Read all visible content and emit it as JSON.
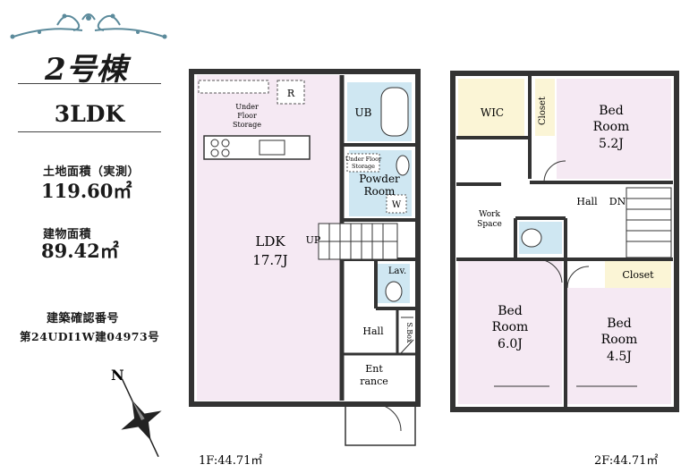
{
  "building": {
    "number_label": "2号棟",
    "layout_type": "3LDK",
    "land_area_label": "土地面積（実測）",
    "land_area_value": "119.60㎡",
    "floor_area_label": "建物面積",
    "floor_area_value": "89.42㎡",
    "permit_label": "建築確認番号",
    "permit_number": "第24UDI1W建04973号"
  },
  "floor1": {
    "caption": "1F:44.71㎡",
    "rooms": {
      "ldk_name": "LDK",
      "ldk_size": "17.7J",
      "under_floor_1": "Under",
      "under_floor_2": "Floor",
      "under_floor_3": "Storage",
      "refrigerator": "R",
      "unit_bath": "UB",
      "small_under_floor_1": "Under Floor",
      "small_under_floor_2": "Storage",
      "powder_1": "Powder",
      "powder_2": "Room",
      "washer": "W",
      "stairs_up": "UP",
      "lavatory": "Lav.",
      "hall": "Hall",
      "shoe_box": "S.Box",
      "entrance_1": "Ent",
      "entrance_2": "rance"
    }
  },
  "floor2": {
    "caption": "2F:44.71㎡",
    "rooms": {
      "wic": "WIC",
      "closet_vertical": "Closet",
      "bed1_name_1": "Bed",
      "bed1_name_2": "Room",
      "bed1_size": "5.2J",
      "hall": "Hall",
      "stairs_down": "DN",
      "work_space_1": "Work",
      "work_space_2": "Space",
      "bed2_name_1": "Bed",
      "bed2_name_2": "Room",
      "bed2_size": "6.0J",
      "closet": "Closet",
      "bed3_name_1": "Bed",
      "bed3_name_2": "Room",
      "bed3_size": "4.5J"
    }
  },
  "compass": {
    "north_label": "N"
  },
  "colors": {
    "ldk_fill": "#f5e9f3",
    "wet_fill": "#cfe7f2",
    "closet_fill": "#fbf5d6",
    "ornament": "#5b8a9b",
    "wall": "#333333"
  }
}
